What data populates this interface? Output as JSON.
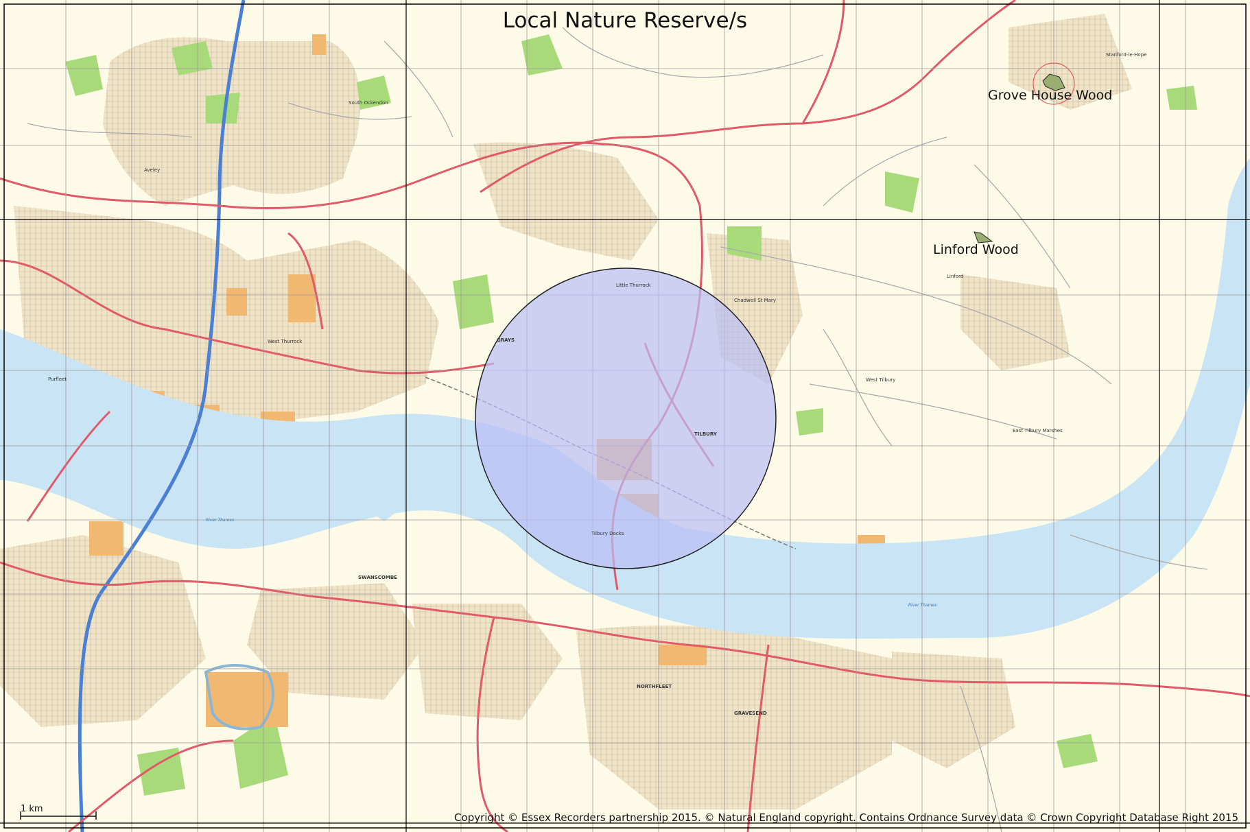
{
  "map": {
    "title": "Local Nature Reserve/s",
    "copyright": "Copyright © Essex Recorders partnership 2015. © Natural England copyright. Contains Ordnance Survey data © Crown Copyright Database Right 2015",
    "scale_label": "1 km",
    "reserves": [
      {
        "name": "Grove House Wood"
      },
      {
        "name": "Linford Wood"
      }
    ],
    "places": [
      "South Ockendon",
      "Aveley",
      "West Thurrock",
      "Purfleet",
      "GRAYS",
      "TILBURY",
      "SWANSCOMBE",
      "NORTHFLEET",
      "GRAVESEND",
      "Chadwell St Mary",
      "East Tilbury Marshes",
      "Stanford-le-Hope",
      "Linford",
      "West Tilbury",
      "Tilbury Docks",
      "Little Thurrock"
    ],
    "river_label": "River Thames",
    "colors": {
      "land": "#fdfbe8",
      "water": "#c9e4f5",
      "woodland": "#a8da7a",
      "major_road": "#e05a6a",
      "motorway": "#4b7fd3",
      "buffer_fill": "#b9bdf5",
      "buffer_stroke": "#222222",
      "reserve_fill": "#9aae72",
      "grid": "#9a9a9a"
    }
  }
}
